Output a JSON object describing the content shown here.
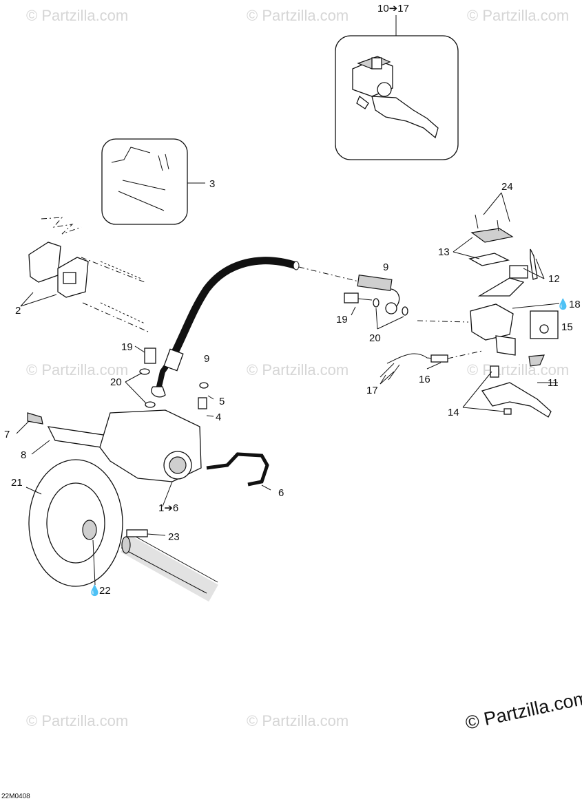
{
  "watermark": "© Partzilla.com",
  "watermark_large": "© Partzilla.com",
  "drawing_code": "22M0408",
  "callouts": {
    "c10_17": "10➔17",
    "c3": "3",
    "c24": "24",
    "c13": "13",
    "c12": "12",
    "c9a": "9",
    "c19a": "19",
    "c20a": "20",
    "c18": "18",
    "c15": "15",
    "c2": "2",
    "c19b": "19",
    "c9b": "9",
    "c20b": "20",
    "c5": "5",
    "c4": "4",
    "c7": "7",
    "c8": "8",
    "c21": "21",
    "c1_6": "1➔6",
    "c6": "6",
    "c23": "23",
    "c22": "22",
    "c16": "16",
    "c17": "17",
    "c11": "11",
    "c14": "14"
  }
}
